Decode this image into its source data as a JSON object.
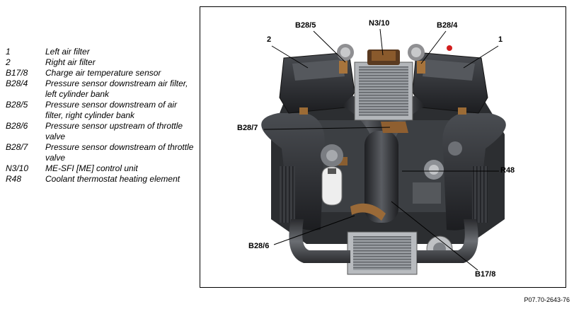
{
  "legend": [
    {
      "code": "1",
      "desc": "Left air filter"
    },
    {
      "code": "2",
      "desc": "Right air filter"
    },
    {
      "code": "B17/8",
      "desc": "Charge air temperature sensor"
    },
    {
      "code": "B28/4",
      "desc": "Pressure sensor downstream air filter, left cylinder bank"
    },
    {
      "code": "B28/5",
      "desc": "Pressure sensor downstream of air filter, right cylinder bank"
    },
    {
      "code": "B28/6",
      "desc": "Pressure sensor upstream of throttle valve"
    },
    {
      "code": "B28/7",
      "desc": "Pressure sensor downstream of throttle valve"
    },
    {
      "code": "N3/10",
      "desc": "ME-SFI [ME] control unit"
    },
    {
      "code": "R48",
      "desc": "Coolant thermostat heating element"
    }
  ],
  "callouts": {
    "b28_5": "B28/5",
    "n3_10": "N3/10",
    "b28_4": "B28/4",
    "c2": "2",
    "c1": "1",
    "b28_7": "B28/7",
    "r48": "R48",
    "b28_6": "B28/6",
    "b17_8": "B17/8"
  },
  "figure_id": "P07.70-2643-76"
}
